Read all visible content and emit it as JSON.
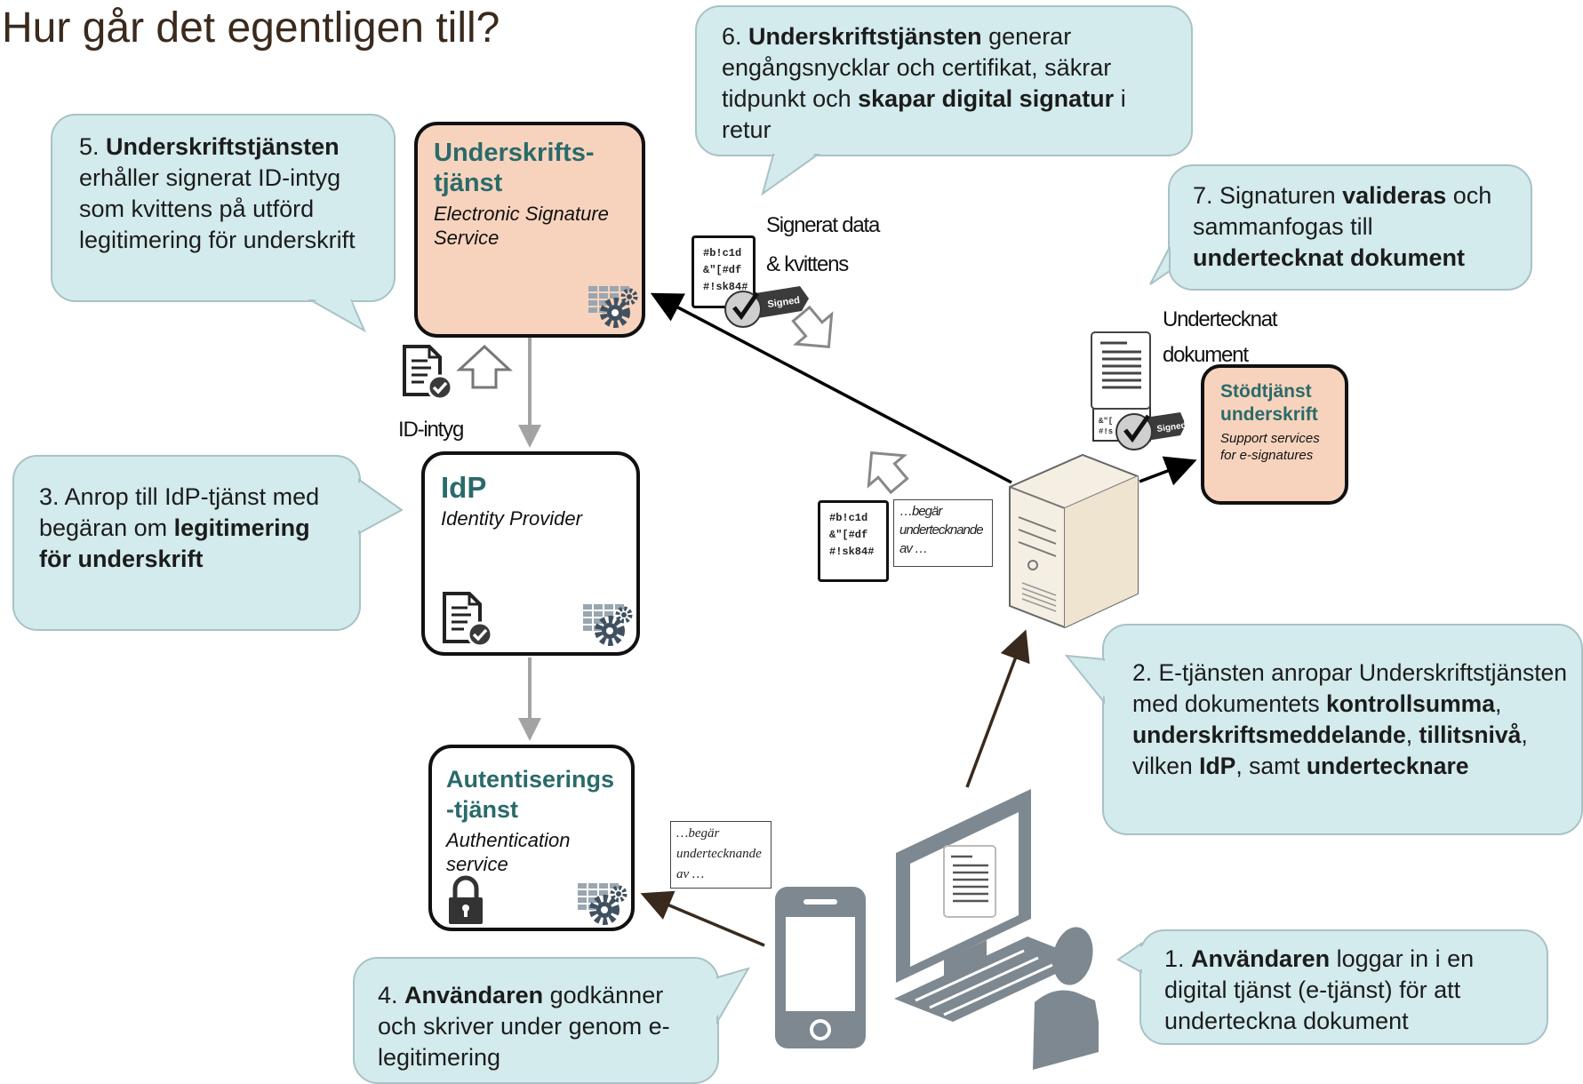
{
  "title": "Hur går det egentligen till?",
  "bubbles": {
    "b5": {
      "num": "5.",
      "p1": "Underskriftstjänsten",
      "p2": " erhåller signerat ID-intyg som kvittens på utförd legitimering för underskrift"
    },
    "b6": {
      "num": "6.",
      "p1": "Underskriftstjänsten",
      "p2": " generar engångsnycklar och certifikat, säkrar tidpunkt och ",
      "p3": "skapar digital signatur",
      "p4": " i retur"
    },
    "b7": {
      "num": "7.",
      "p1": " Signaturen ",
      "p2": "valideras",
      "p3": " och sammanfogas till ",
      "p4": "undertecknat dokument"
    },
    "b3": {
      "num": "3.",
      "p1": " Anrop till IdP-tjänst med begäran om ",
      "p2": "legitimering för underskrift"
    },
    "b2": {
      "num": "2.",
      "p1": " E-tjänsten anropar Underskriftstjänsten med dokumentets ",
      "p2": "kontrollsumma",
      "p3": ", ",
      "p4": "underskriftsmeddelande",
      "p5": ", ",
      "p6": "tillitsnivå",
      "p7": ", vilken ",
      "p8": "IdP",
      "p9": ", samt ",
      "p10": "undertecknare"
    },
    "b4": {
      "num": "4.",
      "p1": "Användaren",
      "p2": " godkänner och skriver under genom e-legitimering"
    },
    "b1": {
      "num": "1.",
      "p1": "Användaren",
      "p2": " loggar in i en digital tjänst (e-tjänst) för att underteckna dokument"
    }
  },
  "boxes": {
    "signing": {
      "heading": "Underskrifts-\ntjänst",
      "sub": "Electronic Signature\nService"
    },
    "idp": {
      "heading": "IdP",
      "sub": "Identity Provider"
    },
    "auth": {
      "heading": "Autentiserings\n-tjänst",
      "sub": "Authentication\nservice"
    },
    "support": {
      "heading": "Stödtjänst\nunderskrift",
      "sub": "Support services\nfor e-signatures"
    }
  },
  "labels": {
    "signed_data": "Signerat data",
    "receipt": "& kvittens",
    "signed_doc_1": "Undertecknat",
    "signed_doc_2": "dokument",
    "id_intyg": "ID-intyg",
    "signed_badge": "Signed"
  },
  "notes": {
    "note_server": "…begär\nunderteckn­ande\nav …",
    "note_phone": "…begär\nundertecknande\nav …"
  },
  "hash_text": "#b!c1d\n&\"[#df\n#!sk84#",
  "colors": {
    "bubble_bg": "#d3ebed",
    "bubble_border": "#a8c2c5",
    "box_accent": "#f7d3bd",
    "heading_teal": "#2a6a6a",
    "device_gray": "#7e8890"
  }
}
